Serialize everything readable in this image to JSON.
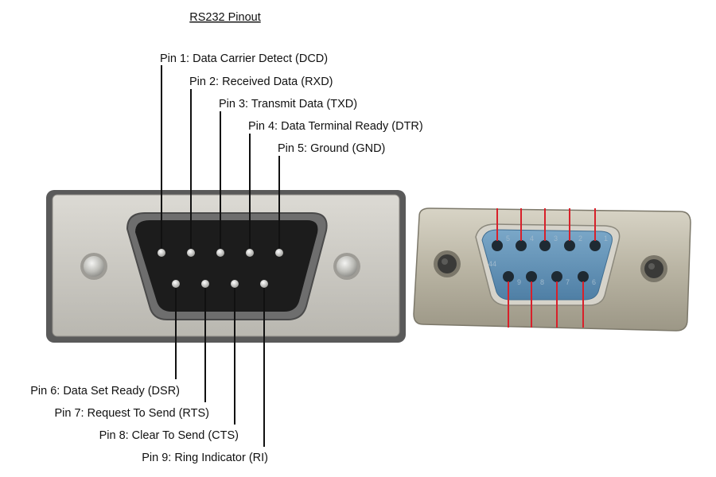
{
  "title": "RS232 Pinout",
  "top_pins": [
    {
      "label": "Pin 1: Data Carrier Detect (DCD)"
    },
    {
      "label": "Pin 2: Received Data (RXD)"
    },
    {
      "label": "Pin 3: Transmit Data (TXD)"
    },
    {
      "label": "Pin 4: Data Terminal Ready (DTR)"
    },
    {
      "label": "Pin 5: Ground (GND)"
    }
  ],
  "bottom_pins": [
    {
      "label": "Pin 6: Data Set Ready (DSR)"
    },
    {
      "label": "Pin 7: Request To Send (RTS)"
    },
    {
      "label": "Pin 8: Clear To Send (CTS)"
    },
    {
      "label": "Pin 9: Ring Indicator (RI)"
    }
  ],
  "female_connector": {
    "top_numbers": [
      "5",
      "4",
      "3",
      "2",
      "1"
    ],
    "bottom_numbers": [
      "9",
      "8",
      "7",
      "6"
    ],
    "marking": "44"
  },
  "colors": {
    "shell": "#c9c7c0",
    "shell_border": "#5c5c5c",
    "male_cavity": "#1c1c1c",
    "female_insert": "#5e8fb4",
    "red_wire": "#d8202a",
    "line": "#111111"
  }
}
